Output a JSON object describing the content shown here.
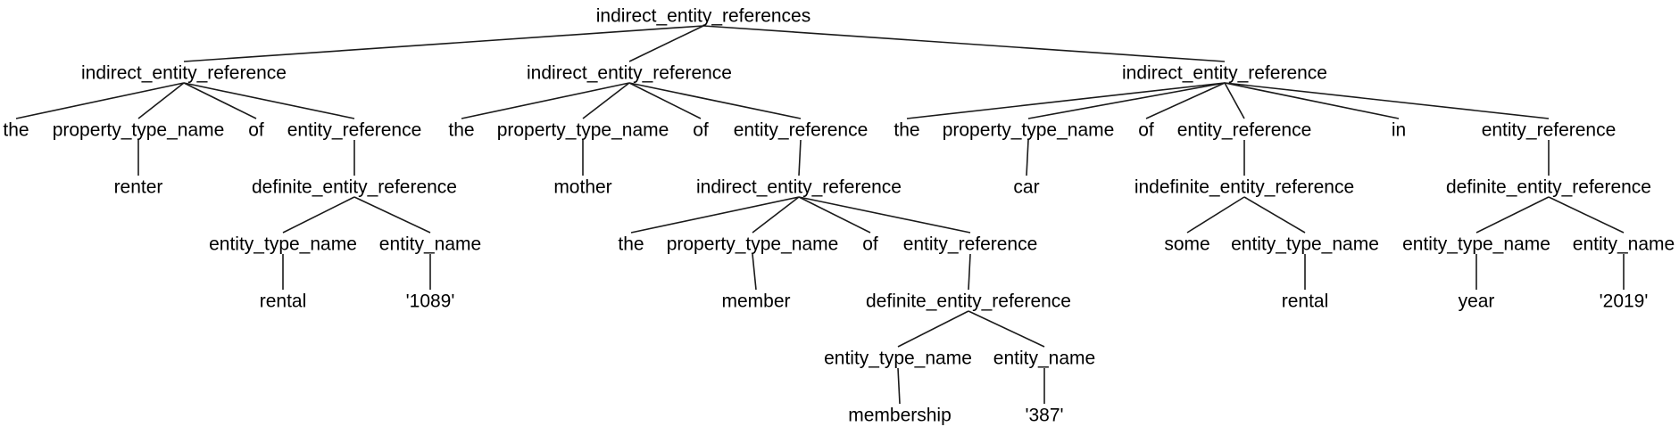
{
  "tree": {
    "label": "indirect_entity_references",
    "children": [
      {
        "label": "indirect_entity_reference",
        "children": [
          {
            "label": "the"
          },
          {
            "label": "property_type_name",
            "children": [
              {
                "label": "renter"
              }
            ]
          },
          {
            "label": "of"
          },
          {
            "label": "entity_reference",
            "children": [
              {
                "label": "definite_entity_reference",
                "children": [
                  {
                    "label": "entity_type_name",
                    "children": [
                      {
                        "label": "rental"
                      }
                    ]
                  },
                  {
                    "label": "entity_name",
                    "children": [
                      {
                        "label": "'1089'"
                      }
                    ]
                  }
                ]
              }
            ]
          }
        ]
      },
      {
        "label": "indirect_entity_reference",
        "children": [
          {
            "label": "the"
          },
          {
            "label": "property_type_name",
            "children": [
              {
                "label": "mother"
              }
            ]
          },
          {
            "label": "of"
          },
          {
            "label": "entity_reference",
            "children": [
              {
                "label": "indirect_entity_reference",
                "children": [
                  {
                    "label": "the"
                  },
                  {
                    "label": "property_type_name",
                    "children": [
                      {
                        "label": "member"
                      }
                    ]
                  },
                  {
                    "label": "of"
                  },
                  {
                    "label": "entity_reference",
                    "children": [
                      {
                        "label": "definite_entity_reference",
                        "children": [
                          {
                            "label": "entity_type_name",
                            "children": [
                              {
                                "label": "membership"
                              }
                            ]
                          },
                          {
                            "label": "entity_name",
                            "children": [
                              {
                                "label": "'387'"
                              }
                            ]
                          }
                        ]
                      }
                    ]
                  }
                ]
              }
            ]
          }
        ]
      },
      {
        "label": "indirect_entity_reference",
        "children": [
          {
            "label": "the"
          },
          {
            "label": "property_type_name",
            "children": [
              {
                "label": "car"
              }
            ]
          },
          {
            "label": "of"
          },
          {
            "label": "entity_reference",
            "children": [
              {
                "label": "indefinite_entity_reference",
                "children": [
                  {
                    "label": "some"
                  },
                  {
                    "label": "entity_type_name",
                    "children": [
                      {
                        "label": "rental"
                      }
                    ]
                  }
                ]
              }
            ]
          },
          {
            "label": "in"
          },
          {
            "label": "entity_reference",
            "children": [
              {
                "label": "definite_entity_reference",
                "children": [
                  {
                    "label": "entity_type_name",
                    "children": [
                      {
                        "label": "year"
                      }
                    ]
                  },
                  {
                    "label": "entity_name",
                    "children": [
                      {
                        "label": "'2019'"
                      }
                    ]
                  }
                ]
              }
            ]
          }
        ]
      }
    ]
  }
}
